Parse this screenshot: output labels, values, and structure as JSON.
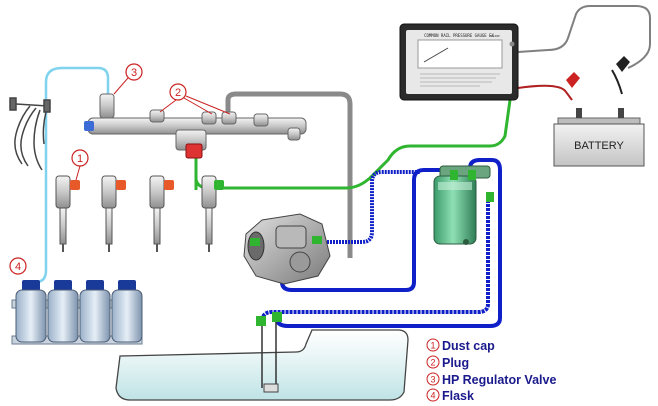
{
  "gauge": {
    "title": "COMMON RAIL PRESSURE GAUGE EX",
    "brand": "ENGINE"
  },
  "battery": {
    "label": "BATTERY"
  },
  "callouts": [
    "1",
    "2",
    "3",
    "4"
  ],
  "legend": [
    {
      "num": "1",
      "text": "Dust cap"
    },
    {
      "num": "2",
      "text": "Plug"
    },
    {
      "num": "3",
      "text": "HP Regulator Valve"
    },
    {
      "num": "4",
      "text": "Flask"
    }
  ],
  "colors": {
    "return_line": "#7fd3ee",
    "pressure_line": "#2fb52f",
    "supply_line": "#1020c8",
    "rail_line": "#8a8a8a",
    "callout": "#cc2222",
    "legend_text": "#1a1a8c",
    "battery_cable": "#808080"
  }
}
